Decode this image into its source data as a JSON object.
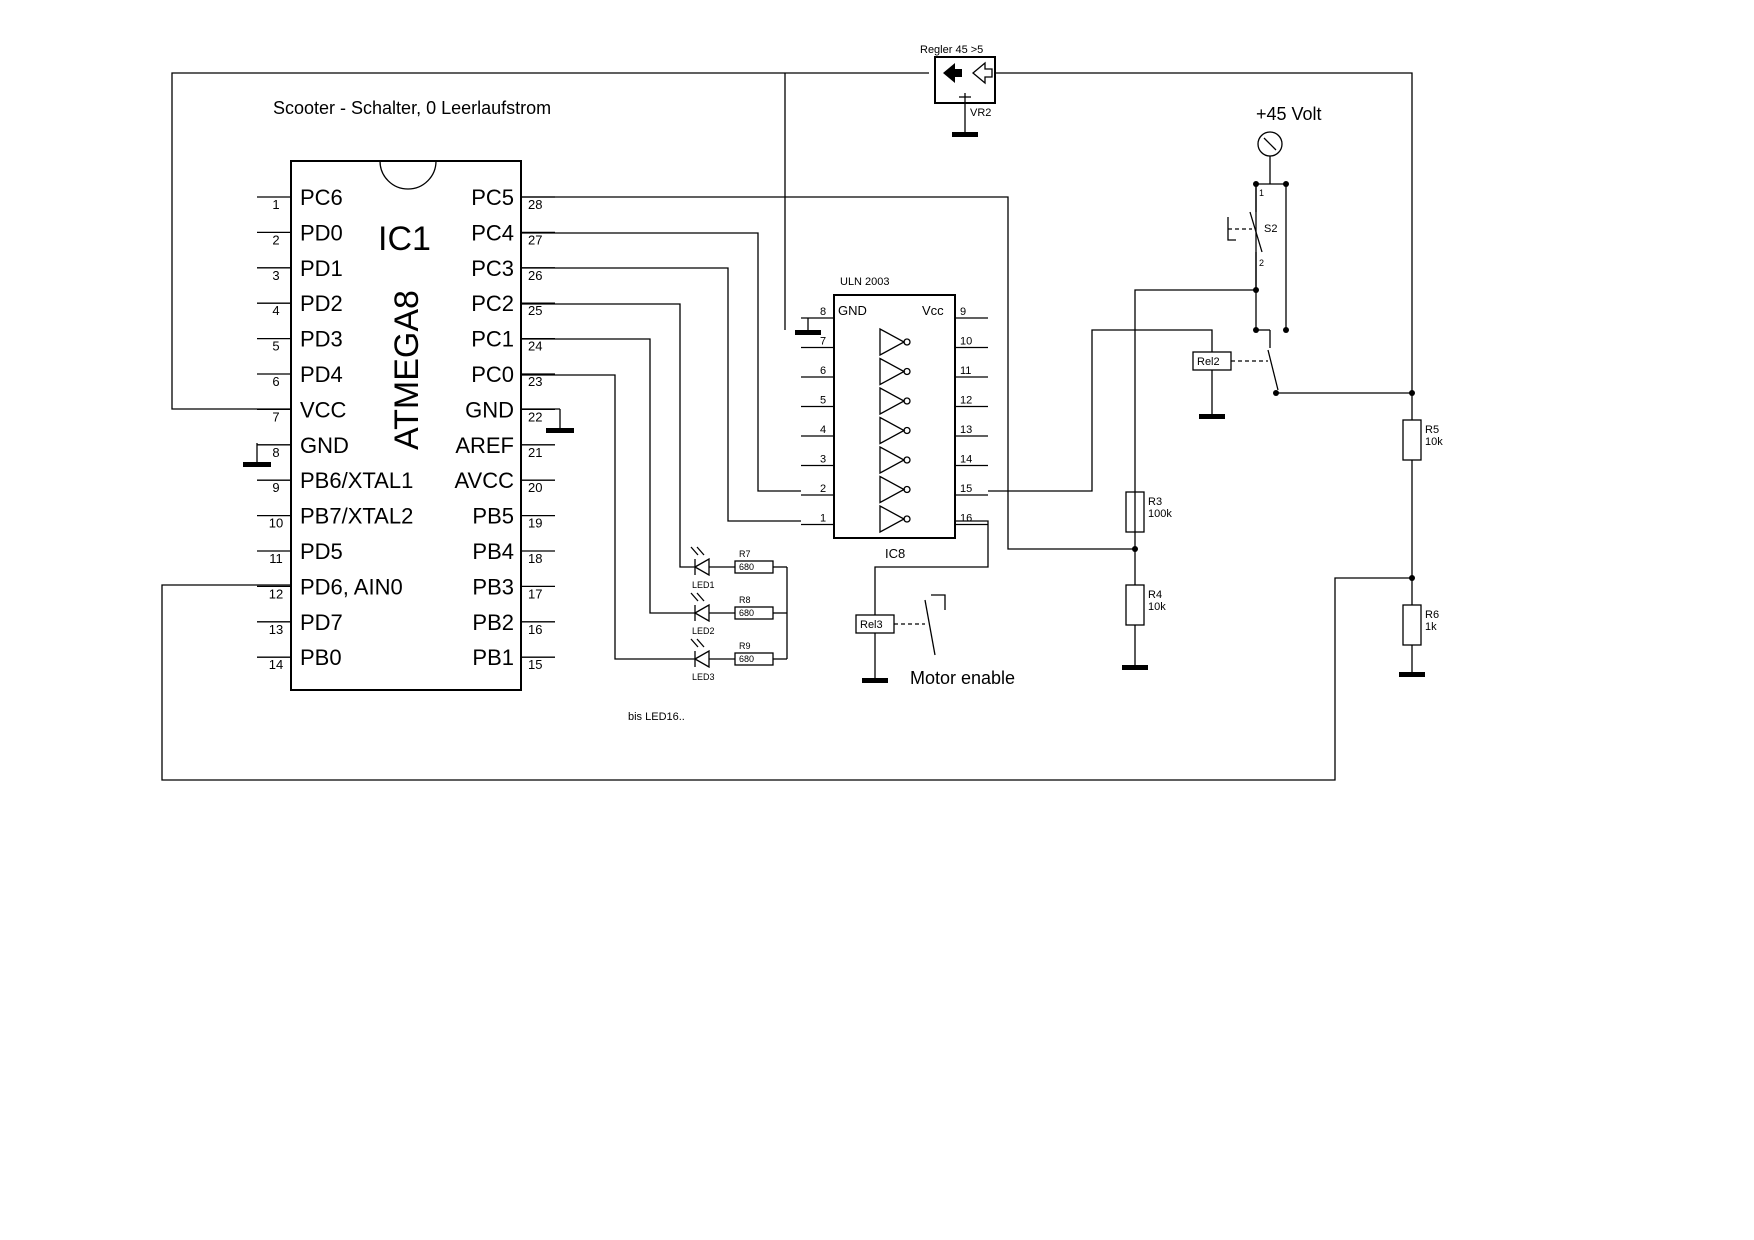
{
  "title": "Scooter - Schalter, 0 Leerlaufstrom",
  "ic1": {
    "ref": "IC1",
    "part": "ATMEGA8",
    "left_pins": [
      {
        "num": "1",
        "name": "PC6"
      },
      {
        "num": "2",
        "name": "PD0"
      },
      {
        "num": "3",
        "name": "PD1"
      },
      {
        "num": "4",
        "name": "PD2"
      },
      {
        "num": "5",
        "name": "PD3"
      },
      {
        "num": "6",
        "name": "PD4"
      },
      {
        "num": "7",
        "name": "VCC"
      },
      {
        "num": "8",
        "name": "GND"
      },
      {
        "num": "9",
        "name": "PB6/XTAL1"
      },
      {
        "num": "10",
        "name": "PB7/XTAL2"
      },
      {
        "num": "11",
        "name": "PD5"
      },
      {
        "num": "12",
        "name": "PD6, AIN0"
      },
      {
        "num": "13",
        "name": "PD7"
      },
      {
        "num": "14",
        "name": "PB0"
      }
    ],
    "right_pins": [
      {
        "num": "28",
        "name": "PC5"
      },
      {
        "num": "27",
        "name": "PC4"
      },
      {
        "num": "26",
        "name": "PC3"
      },
      {
        "num": "25",
        "name": "PC2"
      },
      {
        "num": "24",
        "name": "PC1"
      },
      {
        "num": "23",
        "name": "PC0"
      },
      {
        "num": "22",
        "name": "GND"
      },
      {
        "num": "21",
        "name": "AREF"
      },
      {
        "num": "20",
        "name": "AVCC"
      },
      {
        "num": "19",
        "name": "PB5"
      },
      {
        "num": "18",
        "name": "PB4"
      },
      {
        "num": "17",
        "name": "PB3"
      },
      {
        "num": "16",
        "name": "PB2"
      },
      {
        "num": "15",
        "name": "PB1"
      }
    ]
  },
  "ic8": {
    "ref": "IC8",
    "part": "ULN 2003",
    "gnd_label": "GND",
    "vcc_label": "Vcc",
    "left_pins": [
      "8",
      "7",
      "6",
      "5",
      "4",
      "3",
      "2",
      "1"
    ],
    "right_pins": [
      "9",
      "10",
      "11",
      "12",
      "13",
      "14",
      "15",
      "16"
    ]
  },
  "regulator": {
    "label": "Regler 45 >5",
    "ref": "VR2"
  },
  "supply": {
    "label": "+45 Volt"
  },
  "switch": {
    "ref": "S2",
    "pin1": "1",
    "pin2": "2"
  },
  "relays": {
    "rel2": "Rel2",
    "rel3": "Rel3"
  },
  "resistors": [
    {
      "ref": "R3",
      "value": "100k"
    },
    {
      "ref": "R4",
      "value": "10k"
    },
    {
      "ref": "R5",
      "value": "10k"
    },
    {
      "ref": "R6",
      "value": "1k"
    },
    {
      "ref": "R7",
      "value": "680"
    },
    {
      "ref": "R8",
      "value": "680"
    },
    {
      "ref": "R9",
      "value": "680"
    }
  ],
  "leds": [
    "LED1",
    "LED2",
    "LED3"
  ],
  "notes": {
    "more_leds": "bis LED16..",
    "motor": "Motor enable"
  }
}
